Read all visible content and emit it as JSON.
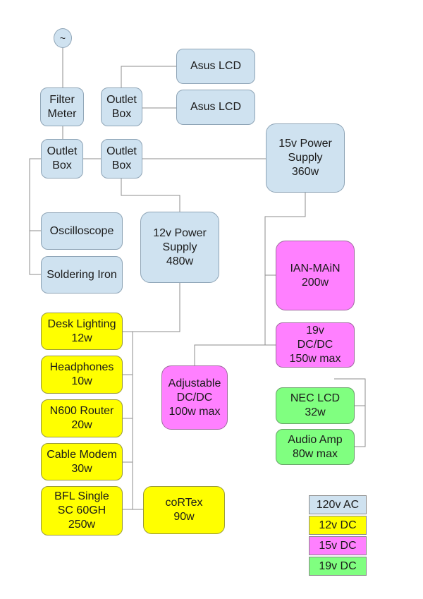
{
  "colors": {
    "ac": "#cfe2f0",
    "dc12": "#ffff00",
    "dc15": "#ff80ff",
    "dc19": "#80ff80",
    "wire": "#8c8c8c"
  },
  "source": {
    "symbol": "~"
  },
  "nodes": {
    "filter_meter": "Filter\nMeter",
    "outlet_box_1": "Outlet\nBox",
    "asus_lcd_1": "Asus LCD",
    "asus_lcd_2": "Asus LCD",
    "outlet_box_2": "Outlet\nBox",
    "outlet_box_3": "Outlet\nBox",
    "psu_15v": "15v Power\nSupply\n360w",
    "oscilloscope": "Oscilloscope",
    "soldering_iron": "Soldering Iron",
    "psu_12v": "12v Power\nSupply\n480w",
    "ian_main": "IAN-MAiN\n200w",
    "dcdc_19v": "19v\nDC/DC\n150w max",
    "adjustable_dcdc": "Adjustable\nDC/DC\n100w max",
    "nec_lcd": "NEC LCD\n32w",
    "audio_amp": "Audio Amp\n80w max",
    "desk_lighting": "Desk Lighting\n12w",
    "headphones": "Headphones\n10w",
    "n600_router": "N600 Router\n20w",
    "cable_modem": "Cable Modem\n30w",
    "bfl_single": "BFL Single\nSC 60GH\n250w",
    "cortex": "coRTex\n90w"
  },
  "legend": [
    {
      "label": "120v AC",
      "color": "#cfe2f0"
    },
    {
      "label": "12v DC",
      "color": "#ffff00"
    },
    {
      "label": "15v DC",
      "color": "#ff80ff"
    },
    {
      "label": "19v DC",
      "color": "#80ff80"
    }
  ]
}
